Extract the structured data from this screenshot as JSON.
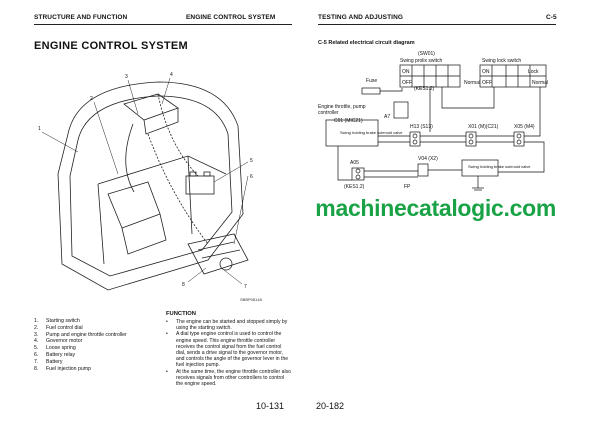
{
  "header": {
    "left": "STRUCTURE AND FUNCTION",
    "center_left": "ENGINE CONTROL SYSTEM",
    "center_right": "TESTING AND ADJUSTING",
    "right": "C-5"
  },
  "left_page": {
    "title": "ENGINE CONTROL SYSTEM",
    "figure_code": "SBBP08148",
    "callouts": [
      "1",
      "2",
      "3",
      "4",
      "5",
      "6",
      "7",
      "8"
    ],
    "legend": [
      {
        "num": "1.",
        "text": "Starting switch"
      },
      {
        "num": "2.",
        "text": "Fuel control dial"
      },
      {
        "num": "3.",
        "text": "Pump and engine throttle controller"
      },
      {
        "num": "4.",
        "text": "Governor motor"
      },
      {
        "num": "5.",
        "text": "Loose spring"
      },
      {
        "num": "6.",
        "text": "Battery relay"
      },
      {
        "num": "7.",
        "text": "Battery"
      },
      {
        "num": "8.",
        "text": "Fuel injection pump"
      }
    ],
    "function_title": "FUNCTION",
    "function_items": [
      "The engine can be started and stopped simply by using the starting switch.",
      "A dial type engine control is used to control the engine speed. This engine throttle controller receives the control signal from the fuel control dial, sends a drive signal to the governor motor, and controls the angle of the governor lever in the fuel injection pump.",
      "At the same time, the engine throttle controller also receives signals from other controllers to control the engine speed."
    ],
    "page_number": "10-131"
  },
  "right_page": {
    "diagram_title": "C-5 Related electrical circuit diagram",
    "labels": {
      "sw01": "(SW01)",
      "swing_prolix": "Swing prolix switch",
      "swing_lock": "Swing lock switch",
      "fuse": "Fuse",
      "controller_line1": "Engine throttle, pump",
      "controller_line2": "controller",
      "a7": "A7",
      "kes": "(KES1.2)",
      "kes_bottom": "(KES1.2)",
      "c01": "C01 (MIC21)",
      "h13": "H13 (S13)",
      "x01": "X01 (M)(C21)",
      "x05": "X05 (M4)",
      "v04": "V04 (X2)",
      "a05": "A05",
      "brake1": "Swing holding brake solenoid valve",
      "brake2": "Swing holding brake solenoid valve",
      "on": "ON",
      "off": "OFF",
      "lock": "Lock",
      "normal": "Normal",
      "fp": "FP"
    },
    "page_number": "20-182"
  },
  "watermark": "machinecatalogic.com",
  "colors": {
    "watermark": "#1aa346",
    "ink": "#111111"
  }
}
